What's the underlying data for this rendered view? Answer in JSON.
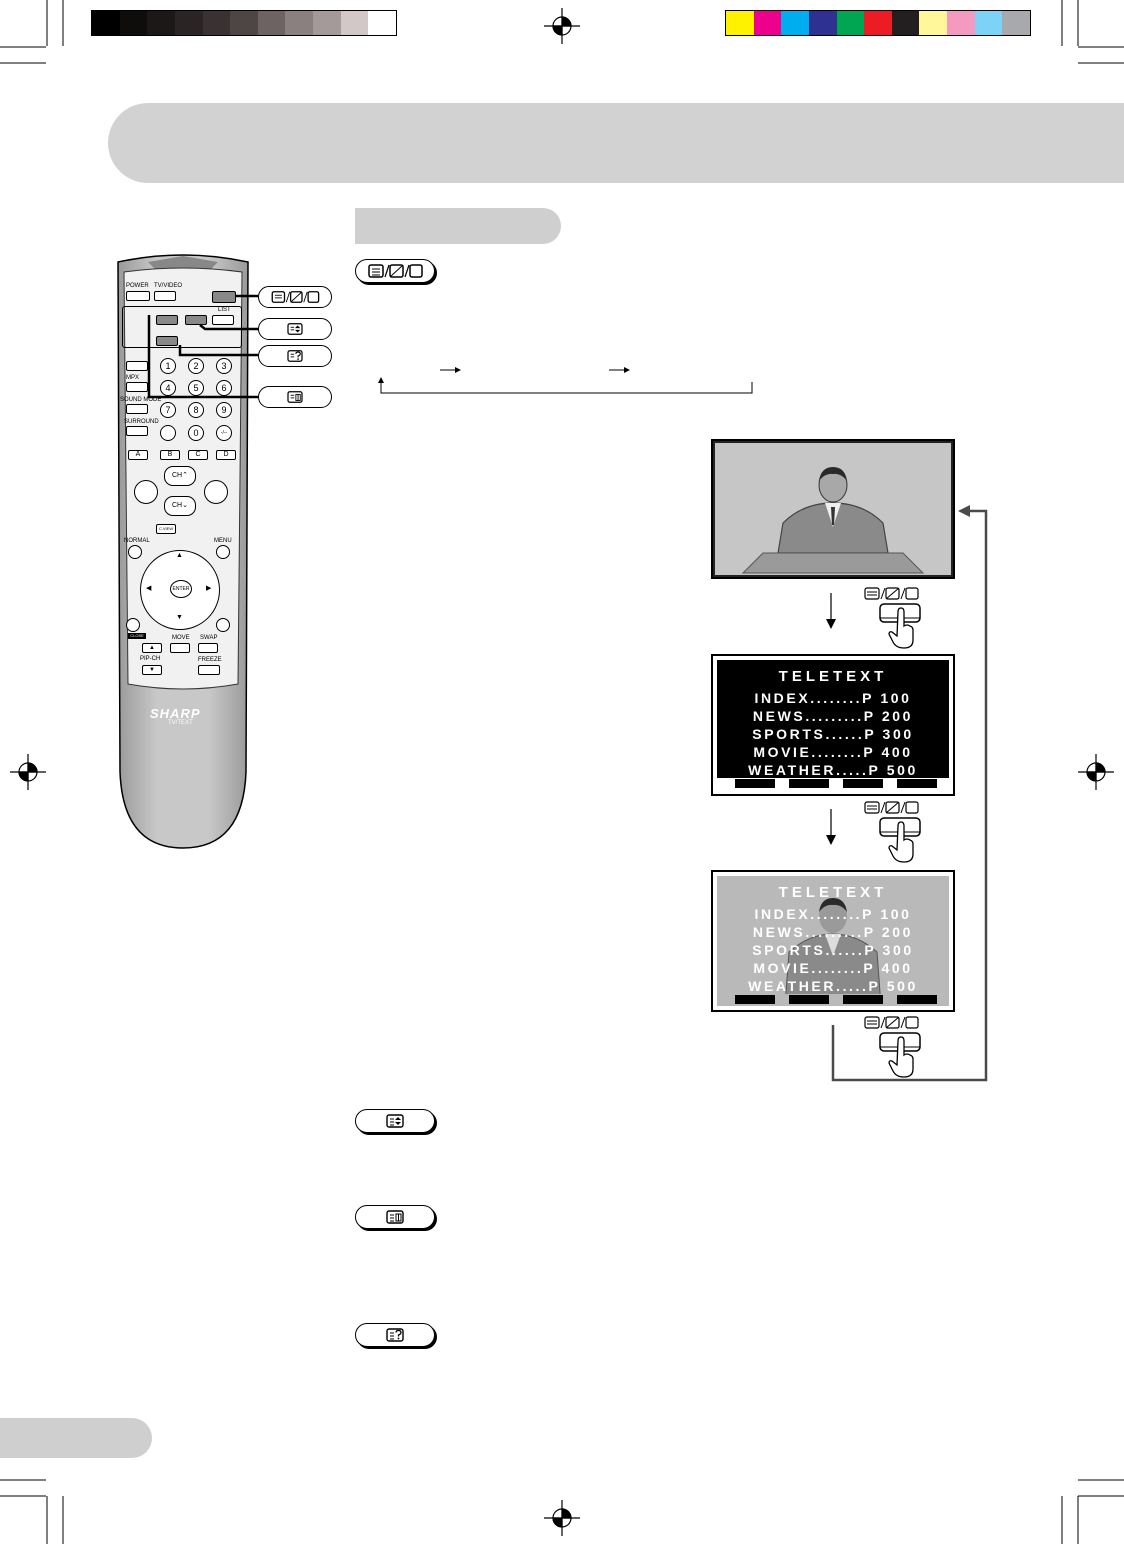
{
  "colors": {
    "grayscale_bar": [
      "#000000",
      "#0f0c0c",
      "#1d1818",
      "#2a2424",
      "#3a3232",
      "#4e4545",
      "#6d6363",
      "#8a8080",
      "#a49a9a",
      "#d2c8c8",
      "#ffffff"
    ],
    "process_bar": [
      "#fff200",
      "#ec008c",
      "#00aeef",
      "#2e3192",
      "#00a651",
      "#ed1c24",
      "#231f20",
      "#fff799",
      "#f49ac1",
      "#7dd3f7",
      "#a7a9ac"
    ],
    "band": "#d2d2d2"
  },
  "remote": {
    "brand": "SHARP",
    "model": "TV/TEXT",
    "labels": {
      "power": "POWER",
      "tv_video": "TV/VIDEO",
      "list": "LIST",
      "mpx": "MPX",
      "sound_mode": "SOUND MODE",
      "surround": "SURROUND",
      "normal": "NORMAL",
      "menu": "MENU",
      "enter": "ENTER",
      "move": "MOVE",
      "swap": "SWAP",
      "pip_ch": "PIP-CH",
      "freeze": "FREEZE",
      "ch_up": "CH",
      "ch_down": "CH",
      "c_view": "C.VIEW",
      "close": "CLOSE"
    },
    "digits": [
      "1",
      "2",
      "3",
      "4",
      "5",
      "6",
      "7",
      "8",
      "9",
      "0",
      "-/--"
    ],
    "color_keys": [
      "A",
      "B",
      "C",
      "D"
    ]
  },
  "teletext": {
    "title": "TELETEXT",
    "lines": [
      "INDEX........P 100",
      "NEWS.........P 200",
      "SPORTS......P 300",
      "MOVIE........P 400",
      "WEATHER.....P 500"
    ]
  },
  "icons": {
    "text_mode": "text-tv-mix-icon",
    "hold": "hold-icon",
    "reveal": "reveal-icon",
    "subpage": "subpage-icon"
  }
}
